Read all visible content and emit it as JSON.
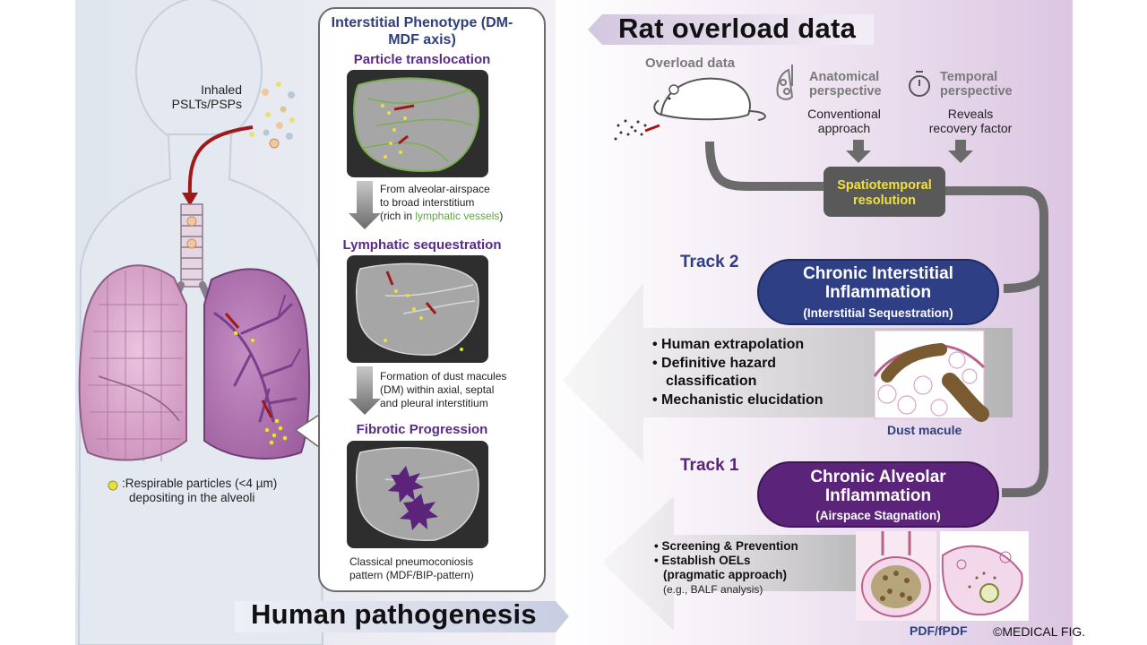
{
  "human_pathogenesis": {
    "title": "Human pathogenesis",
    "inhaled_label": "Inhaled PSLTs/PSPs",
    "legend_text_line1": ":Respirable particles (<4 µm)",
    "legend_text_line2": "depositing in the alveoli"
  },
  "phenotype_panel": {
    "title": "Interstitial Phenotype (DM-MDF axis)",
    "stages": [
      {
        "heading": "Particle translocation"
      },
      {
        "heading": "Lymphatic sequestration"
      },
      {
        "heading": "Fibrotic Progression"
      }
    ],
    "transition1_line1": "From alveolar-airspace",
    "transition1_line2": "to broad interstitium",
    "transition1_line3_pre": "(rich in ",
    "transition1_line3_green": "lymphatic vessels",
    "transition1_line3_post": ")",
    "transition2_line1": "Formation of dust macules",
    "transition2_line2": "(DM) within axial, septal",
    "transition2_line3": "and pleural interstitium",
    "final_line1": "Classical pneumoconiosis",
    "final_line2": "pattern (MDF/BIP-pattern)"
  },
  "rat_overload": {
    "title": "Rat overload data",
    "overload_label": "Overload data",
    "anatomical_line1": "Anatomical",
    "anatomical_line2": "perspective",
    "anatomical_desc_line1": "Conventional",
    "anatomical_desc_line2": "approach",
    "temporal_line1": "Temporal",
    "temporal_line2": "perspective",
    "temporal_desc_line1": "Reveals",
    "temporal_desc_line2": "recovery factor",
    "spatiotemporal": "Spatiotemporal resolution"
  },
  "track2": {
    "label": "Track 2",
    "title": "Chronic Interstitial Inflammation",
    "subtitle": "(Interstitial Sequestration)",
    "bullets": [
      "Human extrapolation",
      "Definitive hazard",
      "classification",
      "Mechanistic elucidation"
    ],
    "image_caption": "Dust macule"
  },
  "track1": {
    "label": "Track 1",
    "title": "Chronic Alveolar Inflammation",
    "subtitle": "(Airspace Stagnation)",
    "bullets": [
      "Screening & Prevention",
      "Establish OELs",
      "(pragmatic approach)"
    ],
    "note": "(e.g., BALF analysis)",
    "image_caption": "PDF/fPDF"
  },
  "copyright": "©MEDICAL FIG.",
  "colors": {
    "track2_navy": "#2f3f86",
    "track1_purple": "#5b2379",
    "spatiotemporal_box": "#595959",
    "spatiotemporal_text": "#f0e040",
    "arrow_red": "#a01818",
    "lymph_green": "#5aa83e",
    "lung_pink": "#c98cb8"
  }
}
